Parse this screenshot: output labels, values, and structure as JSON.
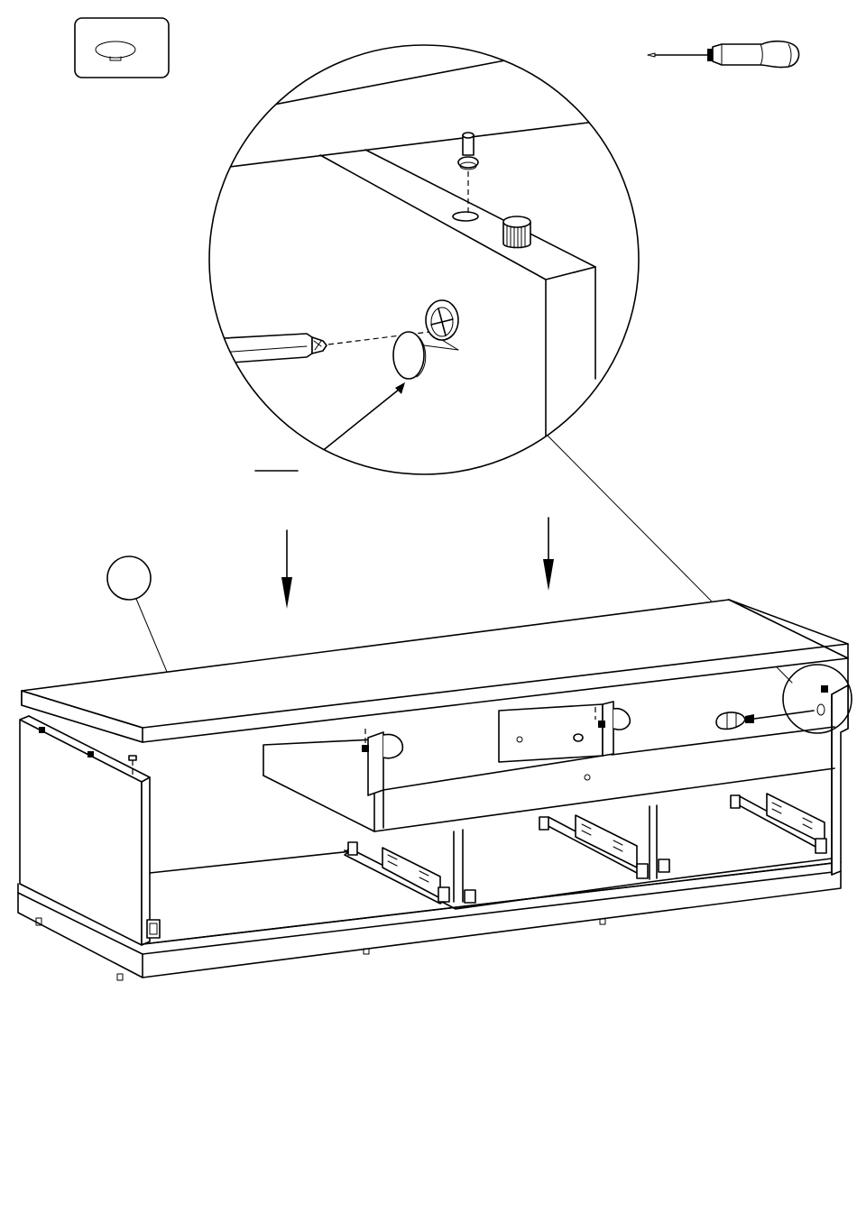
{
  "diagram": {
    "kind": "furniture-assembly-step",
    "part_badge_label": "",
    "part_callout_label": "",
    "tool": "phillips-screwdriver-icon",
    "hardware": [
      "cam-lock-cover-cap",
      "cam-lock-fitting",
      "cam-bolt",
      "wooden-dowel"
    ],
    "drop_arrows": 2,
    "colors": {
      "line": "#000000",
      "background": "#ffffff"
    }
  }
}
